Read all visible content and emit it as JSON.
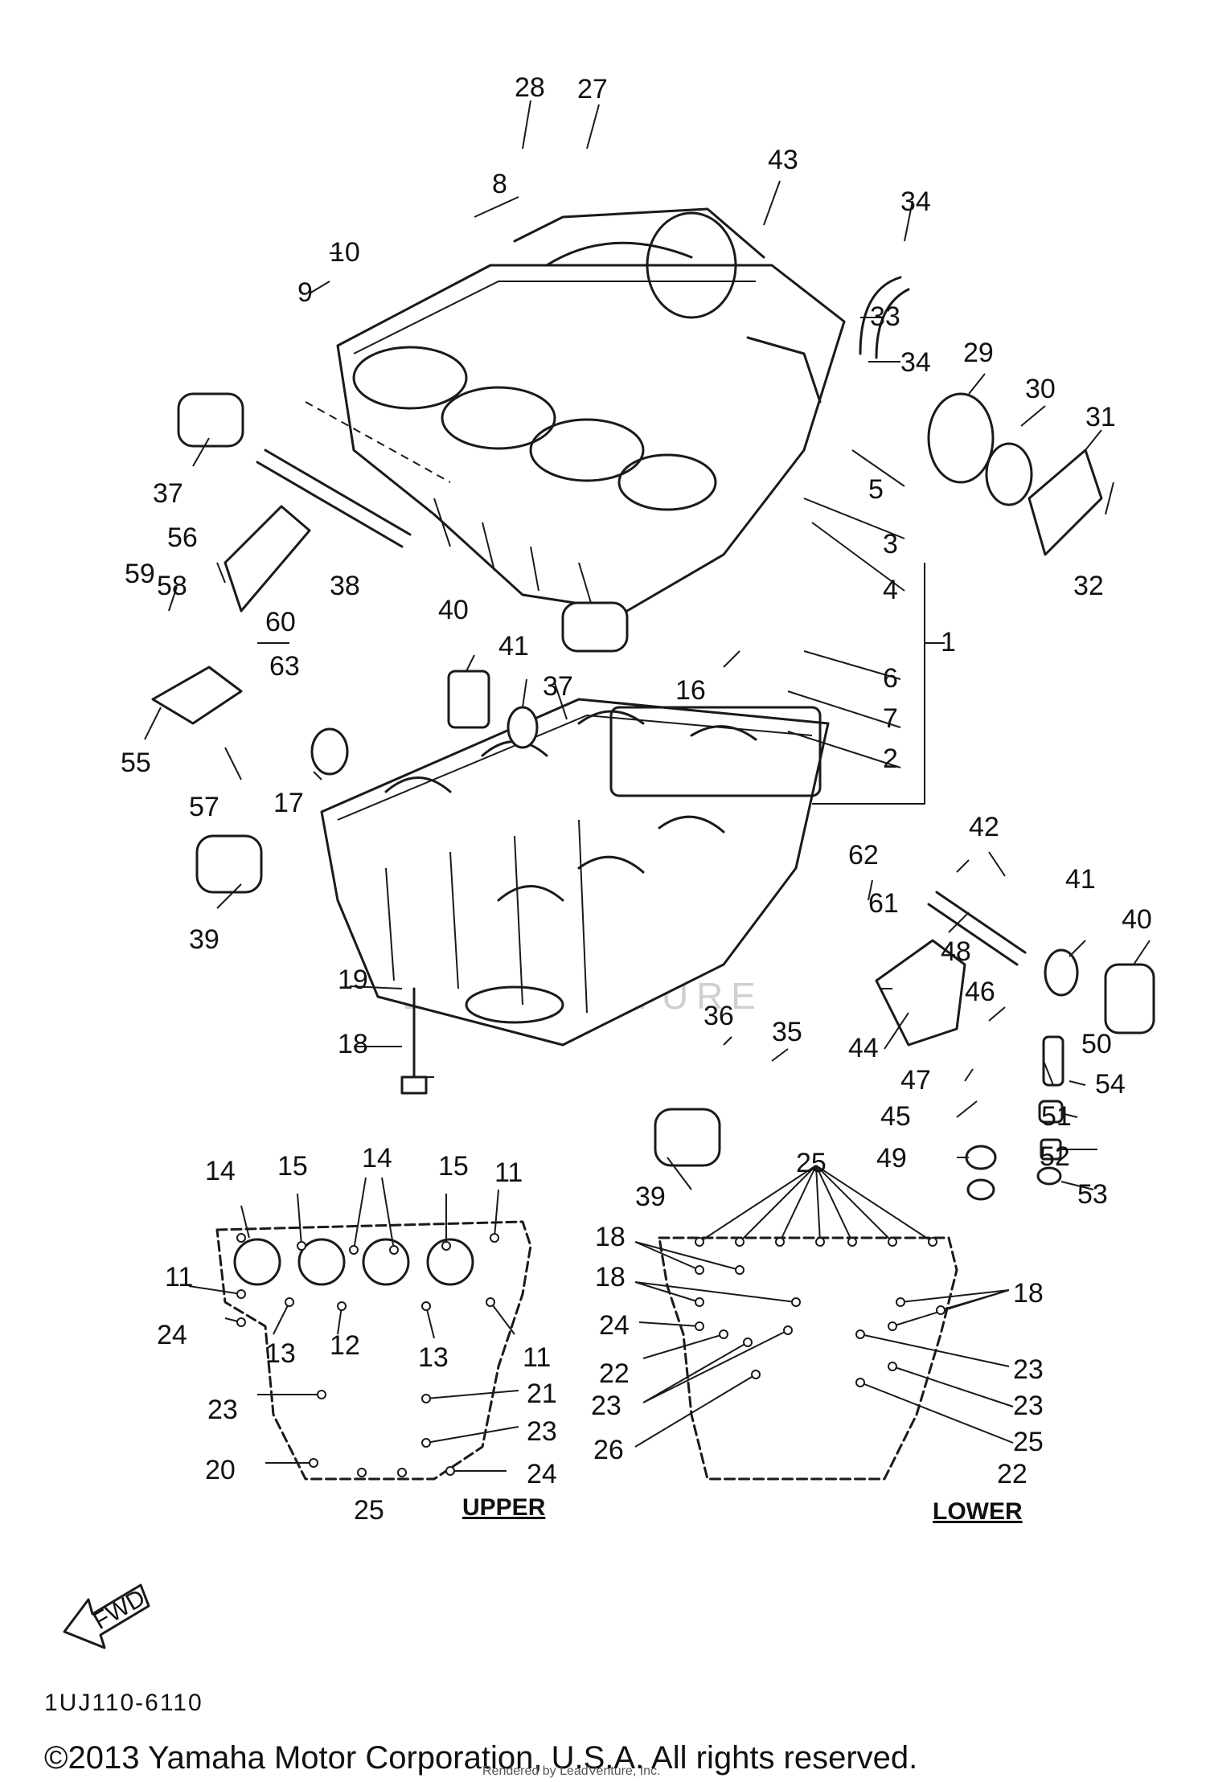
{
  "diagram": {
    "callouts": [
      "28",
      "27",
      "43",
      "34",
      "8",
      "10",
      "9",
      "33",
      "34",
      "29",
      "30",
      "31",
      "37",
      "5",
      "3",
      "4",
      "32",
      "56",
      "38",
      "1",
      "59",
      "58",
      "60",
      "40",
      "6",
      "41",
      "16",
      "37",
      "63",
      "7",
      "2",
      "55",
      "57",
      "17",
      "42",
      "62",
      "41",
      "40",
      "39",
      "61",
      "48",
      "19",
      "46",
      "36",
      "35",
      "50",
      "18",
      "44",
      "47",
      "54",
      "45",
      "51",
      "39",
      "52",
      "49",
      "53"
    ],
    "upper_callouts": [
      "14",
      "15",
      "14",
      "15",
      "11",
      "11",
      "24",
      "13",
      "12",
      "13",
      "11",
      "23",
      "21",
      "23",
      "20",
      "24",
      "25"
    ],
    "lower_callouts": [
      "25",
      "18",
      "18",
      "18",
      "24",
      "22",
      "23",
      "23",
      "23",
      "25",
      "26",
      "22"
    ],
    "upper_label": "UPPER",
    "lower_label": "LOWER",
    "arrow_label": "FWD",
    "part_code": "1UJ110-6110",
    "watermark": "LEADVENTURE",
    "copyright": "©2013 Yamaha Motor Corporation, U.S.A. All rights reserved.",
    "rendered_by": "Rendered by LeadVenture, Inc."
  }
}
